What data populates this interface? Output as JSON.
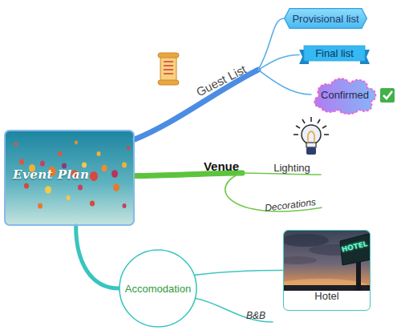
{
  "diagram": {
    "nodes": [
      {
        "text": [
          "Event Plan"
        ]
      },
      {
        "text": [
          "Guest List"
        ]
      },
      {
        "text": [
          "Provisional list"
        ]
      },
      {
        "text": [
          "Final list"
        ]
      },
      {
        "text": [
          "Confirmed"
        ]
      },
      {
        "text": [
          "Venue"
        ]
      },
      {
        "text": [
          "Lighting"
        ]
      },
      {
        "text": [
          "Decorations"
        ]
      },
      {
        "text": [
          "Accomodation"
        ]
      },
      {
        "text": [
          "Hotel"
        ]
      },
      {
        "text": [
          "B&B"
        ]
      }
    ],
    "edges": [
      {
        "from": 0,
        "to": 1,
        "arrow": "none"
      },
      {
        "from": 1,
        "to": 2,
        "arrow": "none"
      },
      {
        "from": 1,
        "to": 3,
        "arrow": "none"
      },
      {
        "from": 1,
        "to": 4,
        "arrow": "none"
      },
      {
        "from": 0,
        "to": 5,
        "arrow": "none"
      },
      {
        "from": 5,
        "to": 6,
        "arrow": "none"
      },
      {
        "from": 5,
        "to": 7,
        "arrow": "none"
      },
      {
        "from": 0,
        "to": 8,
        "arrow": "none"
      },
      {
        "from": 8,
        "to": 9,
        "arrow": "none"
      },
      {
        "from": 8,
        "to": 10,
        "arrow": "none"
      }
    ],
    "labels": [
      "HOTEL"
    ]
  }
}
